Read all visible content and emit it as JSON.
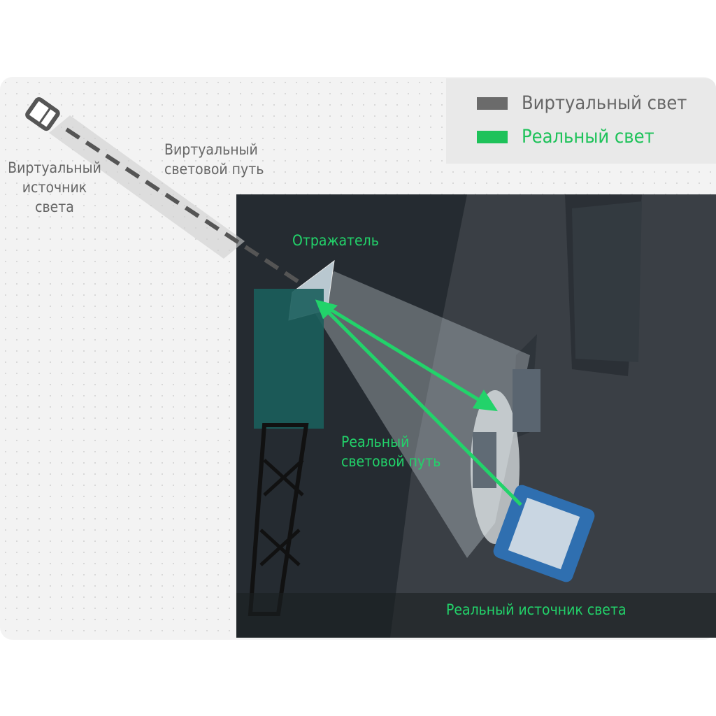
{
  "legend": {
    "virtual": {
      "label": "Виртуальный свет",
      "color": "#6b6b6b"
    },
    "real": {
      "label": "Реальный свет",
      "color": "#1ec25a"
    }
  },
  "labels": {
    "virtual_source": [
      "Виртуальный",
      "источник",
      "света"
    ],
    "virtual_path": [
      "Виртуальный",
      "световой путь"
    ],
    "reflector": "Отражатель",
    "real_path": [
      "Реальный",
      "световой путь"
    ],
    "real_source": "Реальный источник света"
  }
}
